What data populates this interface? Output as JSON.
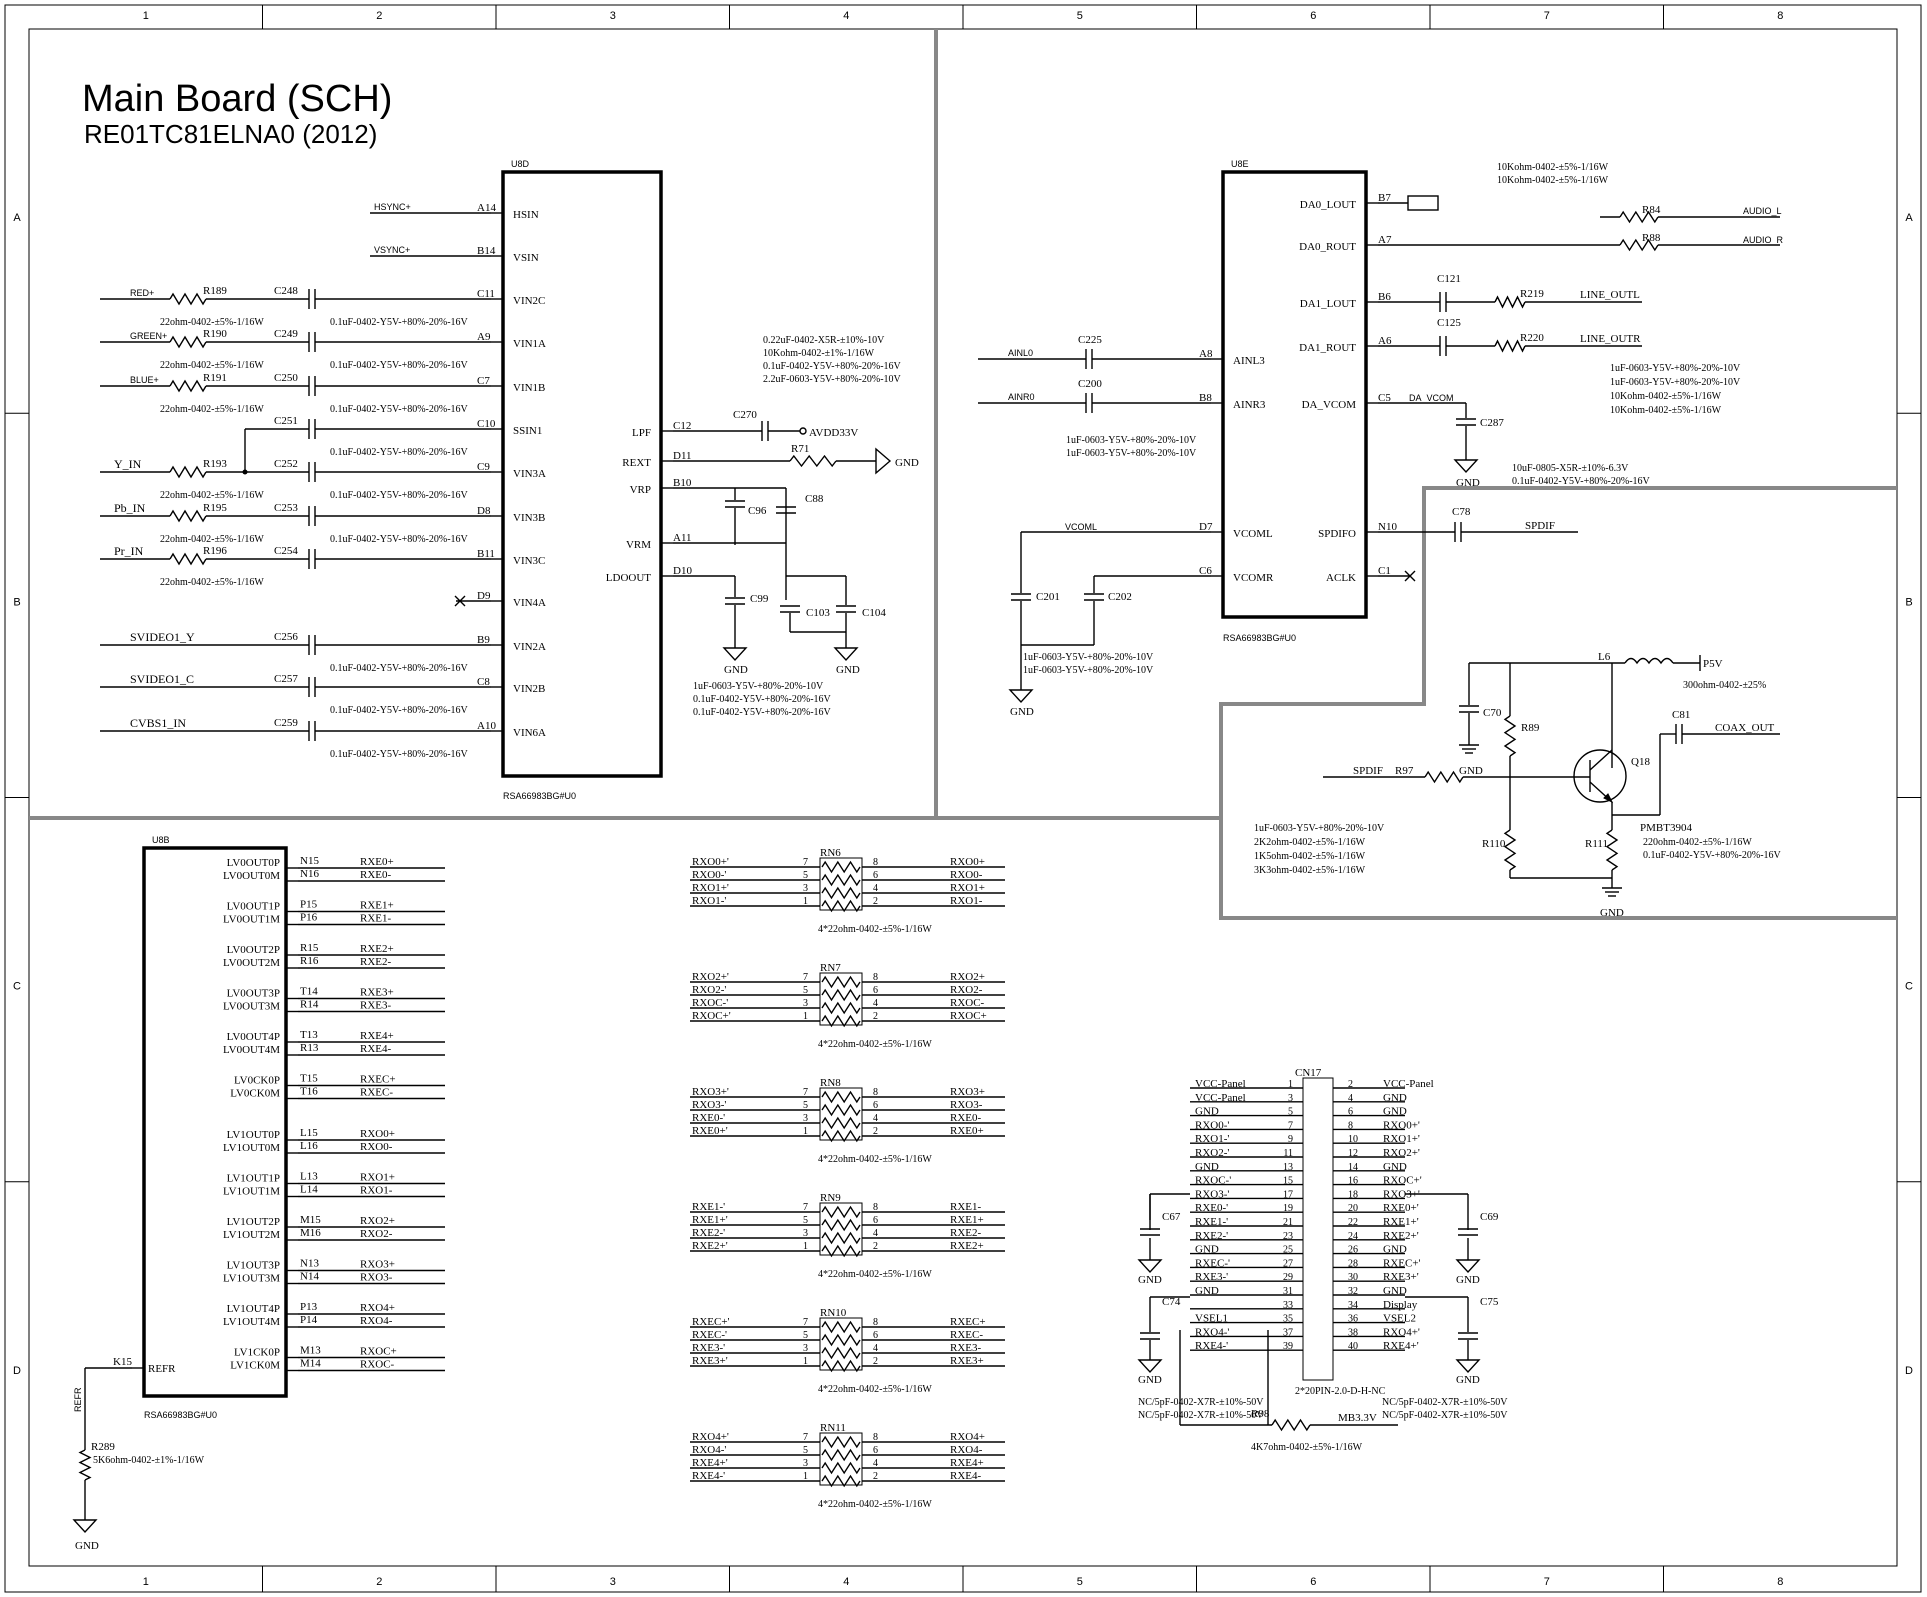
{
  "title": "Main Board (SCH)",
  "subtitle": "RE01TC81ELNA0 (2012)",
  "frame": {
    "cols": [
      "1",
      "2",
      "3",
      "4",
      "5",
      "6",
      "7",
      "8"
    ],
    "rows": [
      "A",
      "B",
      "C",
      "D"
    ]
  },
  "u8d": {
    "ref": "U8D",
    "part": "RSA66983BG#U0",
    "pins_left": [
      {
        "num": "A14",
        "name": "HSIN",
        "net": "HSYNC+"
      },
      {
        "num": "B14",
        "name": "VSIN",
        "net": "VSYNC+"
      },
      {
        "num": "C11",
        "name": "VIN2C",
        "net": "RED+",
        "res": "R189",
        "cap": "C248",
        "res_val": "22ohm-0402-±5%-1/16W",
        "cap_val": "0.1uF-0402-Y5V-+80%-20%-16V"
      },
      {
        "num": "A9",
        "name": "VIN1A",
        "net": "GREEN+",
        "res": "R190",
        "cap": "C249",
        "res_val": "22ohm-0402-±5%-1/16W",
        "cap_val": "0.1uF-0402-Y5V-+80%-20%-16V"
      },
      {
        "num": "C7",
        "name": "VIN1B",
        "net": "BLUE+",
        "res": "R191",
        "cap": "C250",
        "res_val": "22ohm-0402-±5%-1/16W",
        "cap_val": "0.1uF-0402-Y5V-+80%-20%-16V"
      },
      {
        "num": "C10",
        "name": "SSIN1",
        "net": "",
        "cap": "C251",
        "cap_val": "0.1uF-0402-Y5V-+80%-20%-16V"
      },
      {
        "num": "C9",
        "name": "VIN3A",
        "net": "Y_IN",
        "res": "R193",
        "cap": "C252",
        "res_val": "22ohm-0402-±5%-1/16W",
        "cap_val": "0.1uF-0402-Y5V-+80%-20%-16V"
      },
      {
        "num": "D8",
        "name": "VIN3B",
        "net": "Pb_IN",
        "res": "R195",
        "cap": "C253",
        "res_val": "22ohm-0402-±5%-1/16W",
        "cap_val": "0.1uF-0402-Y5V-+80%-20%-16V"
      },
      {
        "num": "B11",
        "name": "VIN3C",
        "net": "Pr_IN",
        "res": "R196",
        "cap": "C254",
        "res_val": "22ohm-0402-±5%-1/16W",
        "cap_val": ""
      },
      {
        "num": "D9",
        "name": "VIN4A",
        "net": ""
      },
      {
        "num": "B9",
        "name": "VIN2A",
        "net": "SVIDEO1_Y",
        "cap": "C256",
        "cap_val": "0.1uF-0402-Y5V-+80%-20%-16V"
      },
      {
        "num": "C8",
        "name": "VIN2B",
        "net": "SVIDEO1_C",
        "cap": "C257",
        "cap_val": "0.1uF-0402-Y5V-+80%-20%-16V"
      },
      {
        "num": "A10",
        "name": "VIN6A",
        "net": "CVBS1_IN",
        "cap": "C259",
        "cap_val": "0.1uF-0402-Y5V-+80%-20%-16V"
      }
    ],
    "pins_right": [
      {
        "num": "C12",
        "name": "LPF"
      },
      {
        "num": "D11",
        "name": "REXT"
      },
      {
        "num": "B10",
        "name": "VRP"
      },
      {
        "num": "A11",
        "name": "VRM"
      },
      {
        "num": "D10",
        "name": "LDOOUT"
      }
    ],
    "aux": {
      "c270": "C270",
      "avdd": "AVDD33V",
      "r71": "R71",
      "gnd": "GND",
      "c96": "C96",
      "c88": "C88",
      "c99": "C99",
      "c103": "C103",
      "c104": "C104",
      "notes_top": [
        "0.22uF-0402-X5R-±10%-10V",
        "10Kohm-0402-±1%-1/16W",
        "0.1uF-0402-Y5V-+80%-20%-16V",
        "2.2uF-0603-Y5V-+80%-20%-10V"
      ],
      "notes_bottom": [
        "1uF-0603-Y5V-+80%-20%-10V",
        "0.1uF-0402-Y5V-+80%-20%-16V",
        "0.1uF-0402-Y5V-+80%-20%-16V"
      ]
    }
  },
  "u8e": {
    "ref": "U8E",
    "part": "RSA66983BG#U0",
    "pins_left": [
      {
        "num": "A8",
        "name": "AINL3",
        "net": "AINL0",
        "cap": "C225"
      },
      {
        "num": "B8",
        "name": "AINR3",
        "net": "AINR0",
        "cap": "C200"
      },
      {
        "num": "D7",
        "name": "VCOML",
        "net": "VCOML"
      },
      {
        "num": "C6",
        "name": "VCOMR",
        "net": ""
      }
    ],
    "pins_right": [
      {
        "num": "B7",
        "name": "DA0_LOUT"
      },
      {
        "num": "A7",
        "name": "DA0_ROUT",
        "res": "R88",
        "net": "AUDIO_R"
      },
      {
        "num": "B6",
        "name": "DA1_LOUT",
        "cap": "C121",
        "res": "R219",
        "net": "LINE_OUTL"
      },
      {
        "num": "A6",
        "name": "DA1_ROUT",
        "cap": "C125",
        "res": "R220",
        "net": "LINE_OUTR"
      },
      {
        "num": "C5",
        "name": "DA_VCOM",
        "net": "DA_VCOM",
        "cap": "C287"
      },
      {
        "num": "N10",
        "name": "SPDIFO",
        "cap": "C78",
        "net": "SPDIF"
      },
      {
        "num": "C1",
        "name": "ACLK"
      }
    ],
    "r84": "R84",
    "audio_l": "AUDIO_L",
    "notes_top": [
      "10Kohm-0402-±5%-1/16W",
      "10Kohm-0402-±5%-1/16W"
    ],
    "notes_mid": [
      "1uF-0603-Y5V-+80%-20%-10V",
      "1uF-0603-Y5V-+80%-20%-10V",
      "10Kohm-0402-±5%-1/16W",
      "10Kohm-0402-±5%-1/16W"
    ],
    "notes_left": [
      "1uF-0603-Y5V-+80%-20%-10V",
      "1uF-0603-Y5V-+80%-20%-10V"
    ],
    "notes_vcom": [
      "10uF-0805-X5R-±10%-6.3V",
      "0.1uF-0402-Y5V-+80%-20%-16V"
    ],
    "c201": "C201",
    "c202": "C202",
    "notes_bot": [
      "1uF-0603-Y5V-+80%-20%-10V",
      "1uF-0603-Y5V-+80%-20%-10V"
    ]
  },
  "coax": {
    "l6": "L6",
    "p5v": "P5V",
    "l6_val": "300ohm-0402-±25%",
    "c70": "C70",
    "r89": "R89",
    "c81": "C81",
    "coax_out": "COAX_OUT",
    "spdif": "SPDIF",
    "r97": "R97",
    "q18": "Q18",
    "r110": "R110",
    "r111": "R111",
    "transistor": "PMBT3904",
    "notes_left": [
      "1uF-0603-Y5V-+80%-20%-10V",
      "2K2ohm-0402-±5%-1/16W",
      "1K5ohm-0402-±5%-1/16W",
      "3K3ohm-0402-±5%-1/16W"
    ],
    "notes_right": [
      "220ohm-0402-±5%-1/16W",
      "0.1uF-0402-Y5V-+80%-20%-16V"
    ]
  },
  "u8b": {
    "ref": "U8B",
    "part": "RSA66983BG#U0",
    "refr": "REFR",
    "k15": "K15",
    "refr_net": "REFR",
    "r289": "R289",
    "r289_val": "5K6ohm-0402-±1%-1/16W",
    "pins": [
      {
        "name": "LV0OUT0P",
        "num": "N15",
        "net": "RXE0+"
      },
      {
        "name": "LV0OUT0M",
        "num": "N16",
        "net": "RXE0-"
      },
      {
        "name": "LV0OUT1P",
        "num": "P15",
        "net": "RXE1+"
      },
      {
        "name": "LV0OUT1M",
        "num": "P16",
        "net": "RXE1-"
      },
      {
        "name": "LV0OUT2P",
        "num": "R15",
        "net": "RXE2+"
      },
      {
        "name": "LV0OUT2M",
        "num": "R16",
        "net": "RXE2-"
      },
      {
        "name": "LV0OUT3P",
        "num": "T14",
        "net": "RXE3+"
      },
      {
        "name": "LV0OUT3M",
        "num": "R14",
        "net": "RXE3-"
      },
      {
        "name": "LV0OUT4P",
        "num": "T13",
        "net": "RXE4+"
      },
      {
        "name": "LV0OUT4M",
        "num": "R13",
        "net": "RXE4-"
      },
      {
        "name": "LV0CK0P",
        "num": "T15",
        "net": "RXEC+"
      },
      {
        "name": "LV0CK0M",
        "num": "T16",
        "net": "RXEC-"
      },
      {
        "name": "LV1OUT0P",
        "num": "L15",
        "net": "RXO0+"
      },
      {
        "name": "LV1OUT0M",
        "num": "L16",
        "net": "RXO0-"
      },
      {
        "name": "LV1OUT1P",
        "num": "L13",
        "net": "RXO1+"
      },
      {
        "name": "LV1OUT1M",
        "num": "L14",
        "net": "RXO1-"
      },
      {
        "name": "LV1OUT2P",
        "num": "M15",
        "net": "RXO2+"
      },
      {
        "name": "LV1OUT2M",
        "num": "M16",
        "net": "RXO2-"
      },
      {
        "name": "LV1OUT3P",
        "num": "N13",
        "net": "RXO3+"
      },
      {
        "name": "LV1OUT3M",
        "num": "N14",
        "net": "RXO3-"
      },
      {
        "name": "LV1OUT4P",
        "num": "P13",
        "net": "RXO4+"
      },
      {
        "name": "LV1OUT4M",
        "num": "P14",
        "net": "RXO4-"
      },
      {
        "name": "LV1CK0P",
        "num": "M13",
        "net": "RXOC+"
      },
      {
        "name": "LV1CK0M",
        "num": "M14",
        "net": "RXOC-"
      }
    ]
  },
  "rnets": [
    {
      "ref": "RN6",
      "val": "4*22ohm-0402-±5%-1/16W",
      "left": [
        "RXO0+'",
        "RXO0-'",
        "RXO1+'",
        "RXO1-'"
      ],
      "right": [
        "RXO0+",
        "RXO0-",
        "RXO1+",
        "RXO1-"
      ]
    },
    {
      "ref": "RN7",
      "val": "4*22ohm-0402-±5%-1/16W",
      "left": [
        "RXO2+'",
        "RXO2-'",
        "RXOC-'",
        "RXOC+'"
      ],
      "right": [
        "RXO2+",
        "RXO2-",
        "RXOC-",
        "RXOC+"
      ]
    },
    {
      "ref": "RN8",
      "val": "4*22ohm-0402-±5%-1/16W",
      "left": [
        "RXO3+'",
        "RXO3-'",
        "RXE0-'",
        "RXE0+'"
      ],
      "right": [
        "RXO3+",
        "RXO3-",
        "RXE0-",
        "RXE0+"
      ]
    },
    {
      "ref": "RN9",
      "val": "4*22ohm-0402-±5%-1/16W",
      "left": [
        "RXE1-'",
        "RXE1+'",
        "RXE2-'",
        "RXE2+'"
      ],
      "right": [
        "RXE1-",
        "RXE1+",
        "RXE2-",
        "RXE2+"
      ]
    },
    {
      "ref": "RN10",
      "val": "4*22ohm-0402-±5%-1/16W",
      "left": [
        "RXEC+'",
        "RXEC-'",
        "RXE3-'",
        "RXE3+'"
      ],
      "right": [
        "RXEC+",
        "RXEC-",
        "RXE3-",
        "RXE3+"
      ]
    },
    {
      "ref": "RN11",
      "val": "4*22ohm-0402-±5%-1/16W",
      "left": [
        "RXO4+'",
        "RXO4-'",
        "RXE4+'",
        "RXE4-'"
      ],
      "right": [
        "RXO4+",
        "RXO4-",
        "RXE4+",
        "RXE4-"
      ]
    }
  ],
  "rn_pins_left": [
    "7",
    "5",
    "3",
    "1"
  ],
  "rn_pins_right": [
    "8",
    "6",
    "4",
    "2"
  ],
  "cn17": {
    "ref": "CN17",
    "part": "2*20PIN-2.0-D-H-NC",
    "rows": [
      {
        "ln": "VCC-Panel",
        "lp": "1",
        "rp": "2",
        "rn": "VCC-Panel"
      },
      {
        "ln": "VCC-Panel",
        "lp": "3",
        "rp": "4",
        "rn": "GND"
      },
      {
        "ln": "GND",
        "lp": "5",
        "rp": "6",
        "rn": "GND"
      },
      {
        "ln": "RXO0-'",
        "lp": "7",
        "rp": "8",
        "rn": "RXO0+'"
      },
      {
        "ln": "RXO1-'",
        "lp": "9",
        "rp": "10",
        "rn": "RXO1+'"
      },
      {
        "ln": "RXO2-'",
        "lp": "11",
        "rp": "12",
        "rn": "RXO2+'"
      },
      {
        "ln": "GND",
        "lp": "13",
        "rp": "14",
        "rn": "GND"
      },
      {
        "ln": "RXOC-'",
        "lp": "15",
        "rp": "16",
        "rn": "RXOC+'"
      },
      {
        "ln": "RXO3-'",
        "lp": "17",
        "rp": "18",
        "rn": "RXO3+'"
      },
      {
        "ln": "RXE0-'",
        "lp": "19",
        "rp": "20",
        "rn": "RXE0+'"
      },
      {
        "ln": "RXE1-'",
        "lp": "21",
        "rp": "22",
        "rn": "RXE1+'"
      },
      {
        "ln": "RXE2-'",
        "lp": "23",
        "rp": "24",
        "rn": "RXE2+'"
      },
      {
        "ln": "GND",
        "lp": "25",
        "rp": "26",
        "rn": "GND"
      },
      {
        "ln": "RXEC-'",
        "lp": "27",
        "rp": "28",
        "rn": "RXEC+'"
      },
      {
        "ln": "RXE3-'",
        "lp": "29",
        "rp": "30",
        "rn": "RXE3+'"
      },
      {
        "ln": "GND",
        "lp": "31",
        "rp": "32",
        "rn": "GND"
      },
      {
        "ln": "",
        "lp": "33",
        "rp": "34",
        "rn": "Display"
      },
      {
        "ln": "VSEL1",
        "lp": "35",
        "rp": "36",
        "rn": "VSEL2"
      },
      {
        "ln": "RXO4-'",
        "lp": "37",
        "rp": "38",
        "rn": "RXO4+'"
      },
      {
        "ln": "RXE4-'",
        "lp": "39",
        "rp": "40",
        "rn": "RXE4+'"
      }
    ],
    "c67": "C67",
    "c69": "C69",
    "c74": "C74",
    "c75": "C75",
    "gnd": "GND",
    "nc_left": [
      "NC/5pF-0402-X7R-±10%-50V",
      "NC/5pF-0402-X7R-±10%-50V"
    ],
    "nc_right": [
      "NC/5pF-0402-X7R-±10%-50V",
      "NC/5pF-0402-X7R-±10%-50V"
    ],
    "r98": "R98",
    "mb33": "MB3.3V",
    "r98_val": "4K7ohm-0402-±5%-1/16W"
  }
}
